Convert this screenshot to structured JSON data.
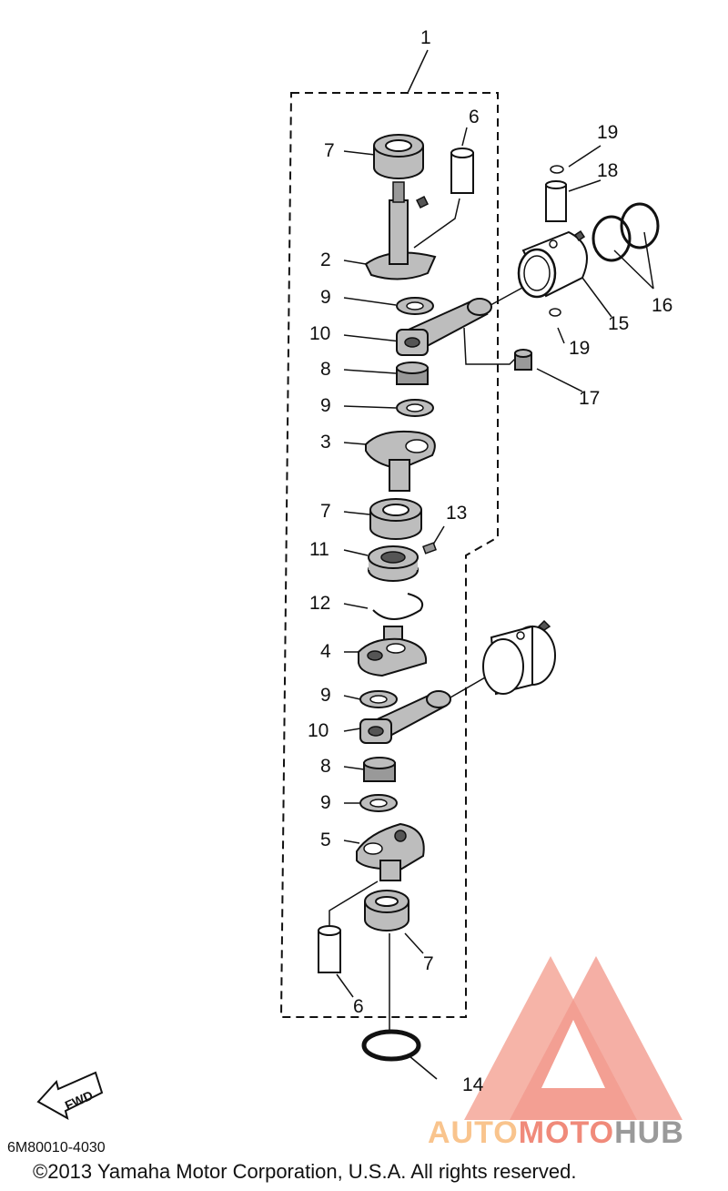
{
  "callouts": {
    "c1": "1",
    "c2": "2",
    "c3": "3",
    "c4": "4",
    "c5": "5",
    "c6a": "6",
    "c6b": "6",
    "c7a": "7",
    "c7b": "7",
    "c7c": "7",
    "c8a": "8",
    "c8b": "8",
    "c9a": "9",
    "c9b": "9",
    "c9c": "9",
    "c9d": "9",
    "c10a": "10",
    "c10b": "10",
    "c11": "11",
    "c12": "12",
    "c13": "13",
    "c14": "14",
    "c15": "15",
    "c16": "16",
    "c17": "17",
    "c18": "18",
    "c19a": "19",
    "c19b": "19"
  },
  "fwd_label": "FWD",
  "diagram_code": "6M80010-4030",
  "copyright": "©2013 Yamaha Motor Corporation, U.S.A. All rights reserved.",
  "watermark": {
    "part1": "AUTO",
    "part2": "MOTO",
    "part3": "HUB"
  },
  "colors": {
    "ink": "#111111",
    "watermark_red": "#f08a7a",
    "watermark_orange": "#f9c48d",
    "watermark_gray": "#9a9a9a"
  }
}
